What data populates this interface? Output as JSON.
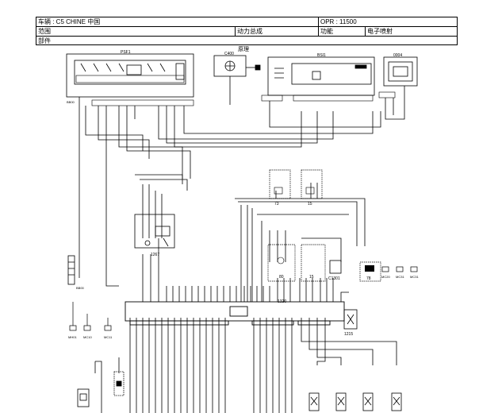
{
  "header": {
    "vehicle_label": "车辆",
    "vehicle_value": "C5 CHINE 中国",
    "opr_label": "OPR",
    "opr_value": "11500",
    "scope_label": "范围",
    "scope_value": "动力总成",
    "function_label": "功能",
    "function_value": "电子喷射",
    "part_label": "部件"
  },
  "diagram": {
    "title": "原理",
    "components": {
      "psf1": "PSF1",
      "c400": "C400",
      "bsi1": "BSI1",
      "d004": "0004",
      "bb00": "BB00",
      "c267": "1267",
      "c73": "73",
      "c15": "15",
      "c80": "80",
      "c15b": "15",
      "c1301": "C1301",
      "c78": "78",
      "c1320": "1320",
      "c1215": "1215",
      "mc20": "MC20",
      "mc31": "MC31",
      "mc31b": "MC31",
      "bb00v": "BB00",
      "mh01": "MH01",
      "mc10": "MC10",
      "mc11": "MC11"
    }
  }
}
